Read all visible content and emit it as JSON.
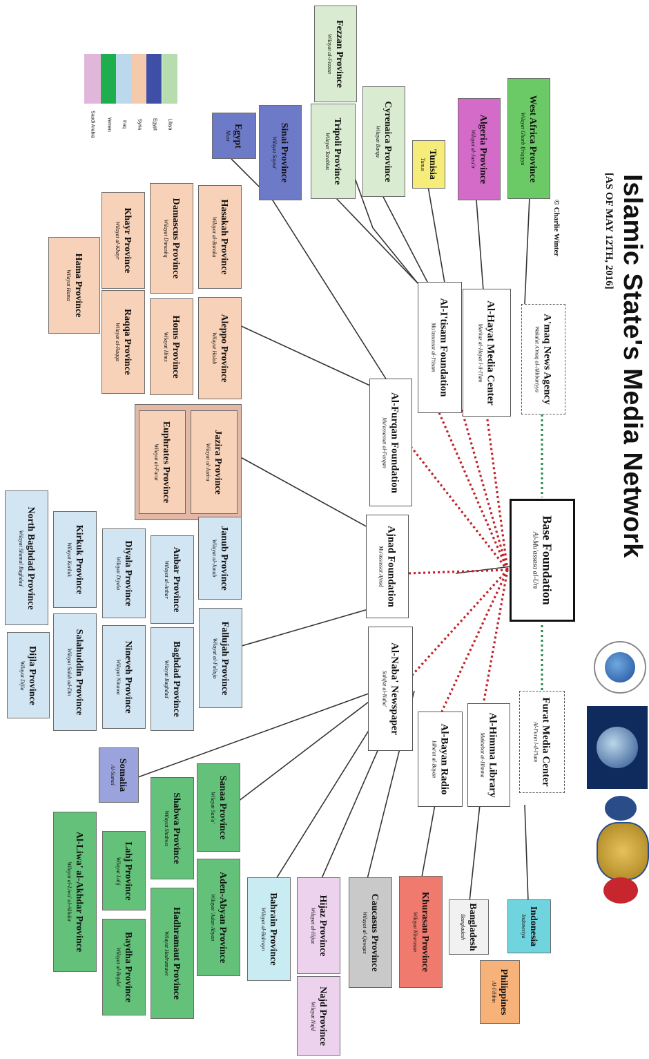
{
  "title": "Islamic State's Media Network",
  "subtitle": "[AS OF MAY 12TH, 2016]",
  "credit": "© Charlie Winter",
  "legend": [
    {
      "label": "Libya",
      "color": "#b7dcae"
    },
    {
      "label": "Egypt",
      "color": "#3f4fa8"
    },
    {
      "label": "Syria",
      "color": "#f5c9ab"
    },
    {
      "label": "Iraq",
      "color": "#bcd8ec"
    },
    {
      "label": "Yemen",
      "color": "#1fae4e"
    },
    {
      "label": "Saudi Arabia",
      "color": "#e0b7db"
    }
  ],
  "base": {
    "name": "Base Foundation",
    "sub": "Al-Mu'assasa al-Um"
  },
  "media": {
    "amaq": {
      "name": "A'maq News Agency",
      "sub": "Wakalat A'maq al-Akhbariyya"
    },
    "hayat": {
      "name": "Al-Hayat Media Center",
      "sub": "Markaz al-Hayat l-il-I'lam"
    },
    "itisam": {
      "name": "Al-I'tisam Foundation",
      "sub": "Mu'assassat al-I'tisam"
    },
    "furqan": {
      "name": "Al-Furqan Foundation",
      "sub": "Mu'assassat al-Furqan"
    },
    "ajnad": {
      "name": "Ajnad Foundation",
      "sub": "Mu'assassat Ajnad"
    },
    "naba": {
      "name": "Al-Naba' Newspaper",
      "sub": "Sahifat al-Naba'"
    },
    "bayan": {
      "name": "Al-Bayan Radio",
      "sub": "Idha'at al-Bayan"
    },
    "himma": {
      "name": "Al-Himma Library",
      "sub": "Maktabat al-Himma"
    },
    "furat": {
      "name": "Furat Media Center",
      "sub": "Al-Furat l-il-I'lam"
    }
  },
  "provinces": {
    "fezzan": {
      "name": "Fezzan Province",
      "sub": "Wilayat al-Fezzan"
    },
    "tripoli": {
      "name": "Tripoli Province",
      "sub": "Wilayat Tarablus"
    },
    "cyrenaica": {
      "name": "Cyrenaica Province",
      "sub": "Wilayat Barqa"
    },
    "tunisia": {
      "name": "Tunisia",
      "sub": "Tunus"
    },
    "algeria": {
      "name": "Algeria Province",
      "sub": "Wilayat al-Jaza'ir"
    },
    "westafrica": {
      "name": "West Africa Province",
      "sub": "Wilayat Gharb Ifriqiyya"
    },
    "sinai": {
      "name": "Sinai Province",
      "sub": "Wilayat Sayna'"
    },
    "egypt": {
      "name": "Egypt",
      "sub": "Masr"
    },
    "hasakah": {
      "name": "Hasakah Province",
      "sub": "Wilayat al-Baraka"
    },
    "damascus": {
      "name": "Damascus Province",
      "sub": "Wilayat Dimashq"
    },
    "khayr": {
      "name": "Khayr Province",
      "sub": "Wilayat al-Khayr"
    },
    "hama": {
      "name": "Hama Province",
      "sub": "Wilayat Hama"
    },
    "aleppo": {
      "name": "Aleppo Province",
      "sub": "Wilayat Halab"
    },
    "homs": {
      "name": "Homs Province",
      "sub": "Wilayat Hims"
    },
    "raqqa": {
      "name": "Raqqa Province",
      "sub": "Wilayat al-Raqqa"
    },
    "jazira": {
      "name": "Jazira Province",
      "sub": "Wilayat al-Jazira"
    },
    "euphrates": {
      "name": "Euphrates Province",
      "sub": "Wilayat al-Furat"
    },
    "janub": {
      "name": "Janub Province",
      "sub": "Wilayat al-Janub"
    },
    "anbar": {
      "name": "Anbar Province",
      "sub": "Wilayat al-Anbar"
    },
    "diyala": {
      "name": "Diyala Province",
      "sub": "Wilayat Diyala"
    },
    "kirkuk": {
      "name": "Kirkuk Province",
      "sub": "Wilayat Karkuk"
    },
    "northbaghdad": {
      "name": "North Baghdad Province",
      "sub": "Wilayat Shamal Baghdad"
    },
    "fallujah": {
      "name": "Fallujah Province",
      "sub": "Wilayat al-Falluja"
    },
    "baghdad": {
      "name": "Baghdad Province",
      "sub": "Wilayat Baghdad"
    },
    "nineveh": {
      "name": "Nineveh Province",
      "sub": "Wilayat Ninawa"
    },
    "salahuddin": {
      "name": "Salahuddin Province",
      "sub": "Wilayat Salah ad-Din"
    },
    "dijla": {
      "name": "Dijla Province",
      "sub": "Wilayat Dijla"
    },
    "somalia": {
      "name": "Somalia",
      "sub": "Al-Sumal"
    },
    "sanaa": {
      "name": "Sanaa Province",
      "sub": "Wilayat San'a'"
    },
    "shabwa": {
      "name": "Shabwa Province",
      "sub": "Wilayat Shabwa"
    },
    "lahj": {
      "name": "Lahj Province",
      "sub": "Wilayat Lahj"
    },
    "liwa": {
      "name": "Al-Liwa' al-Akhdar Province",
      "sub": "Wilayat al-Liwa' al-Akhdar"
    },
    "adenabyan": {
      "name": "Aden-Abyan Province",
      "sub": "Wilayat 'Adan-Abyan"
    },
    "hadhramaut": {
      "name": "Hadhramaut Province",
      "sub": "Wilayat Hadramawt"
    },
    "baydha": {
      "name": "Baydha Province",
      "sub": "Wilayat al-Bayda'"
    },
    "bahrain": {
      "name": "Bahrain Province",
      "sub": "Wilayat al-Bahrayn"
    },
    "hijaz": {
      "name": "Hijaz Province",
      "sub": "Wilayat al-Hijaz"
    },
    "najd": {
      "name": "Najd Province",
      "sub": "Wilayat Najd"
    },
    "caucasus": {
      "name": "Caucasus Province",
      "sub": "Wilayat al-Qawqaz"
    },
    "khurasan": {
      "name": "Khurasan Province",
      "sub": "Wilayat Khurasan"
    },
    "bangladesh": {
      "name": "Bangladesh",
      "sub": "Bangladesh"
    },
    "indonesia": {
      "name": "Indonesia",
      "sub": "Indonesiya"
    },
    "philippines": {
      "name": "Philippines",
      "sub": "Al-Filibin"
    }
  }
}
